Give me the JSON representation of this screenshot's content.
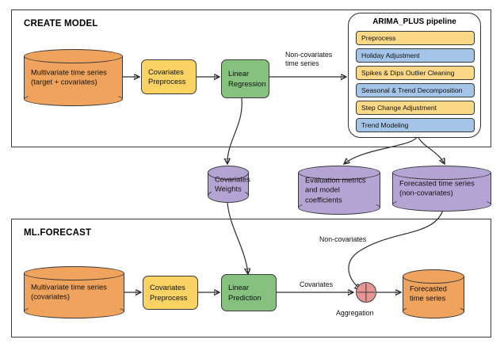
{
  "diagram": {
    "sections": [
      {
        "id": "create-model",
        "title": "CREATE MODEL"
      },
      {
        "id": "ml-forecast",
        "title": "ML.FORECAST"
      }
    ],
    "create_model": {
      "source": {
        "line1": "Multivariate time series",
        "line2": "(target + covariates)"
      },
      "preprocess": {
        "line1": "Covariates",
        "line2": "Preprocess"
      },
      "regression": {
        "line1": "Linear",
        "line2": "Regression"
      },
      "edge_to_pipeline": "Non-covariates\ntime series"
    },
    "pipeline": {
      "title": "ARIMA_PLUS pipeline",
      "steps": [
        {
          "label": "Preprocess",
          "color": "yellow"
        },
        {
          "label": "Holiday Adjustment",
          "color": "blue"
        },
        {
          "label": "Spikes & Dips Outlier Cleaning",
          "color": "yellow"
        },
        {
          "label": "Seasonal & Trend Decomposition",
          "color": "blue"
        },
        {
          "label": "Step Change Adjustment",
          "color": "yellow"
        },
        {
          "label": "Trend Modeling",
          "color": "blue"
        }
      ]
    },
    "artifacts": [
      {
        "id": "covariates-weights",
        "line1": "Covariates",
        "line2": "Weights",
        "line3": ""
      },
      {
        "id": "evaluation-metrics",
        "line1": "Evaluation metrics",
        "line2": "and model",
        "line3": "coefficients"
      },
      {
        "id": "forecasted-noncov",
        "line1": "Forecasted time series",
        "line2": "(non-covariates)",
        "line3": ""
      }
    ],
    "ml_forecast": {
      "source": {
        "line1": "Multivariate time series",
        "line2": "(covariates)"
      },
      "preprocess": {
        "line1": "Covariates",
        "line2": "Preprocess"
      },
      "prediction": {
        "line1": "Linear",
        "line2": "Prediction"
      },
      "edge_covariates": "Covariates",
      "edge_non_covariates": "Non-covariates",
      "aggregation_label": "Aggregation",
      "output": {
        "line1": "Forecasted",
        "line2": "time series"
      }
    },
    "colors": {
      "orange": "#efa35c",
      "yellow": "#fbd365",
      "green": "#86c17f",
      "purple": "#b4a4d4",
      "step_yellow": "#fcd987",
      "step_blue": "#a4c4e8",
      "aggregation_pink": "#e79595",
      "stroke": "#3a3a3a"
    }
  }
}
